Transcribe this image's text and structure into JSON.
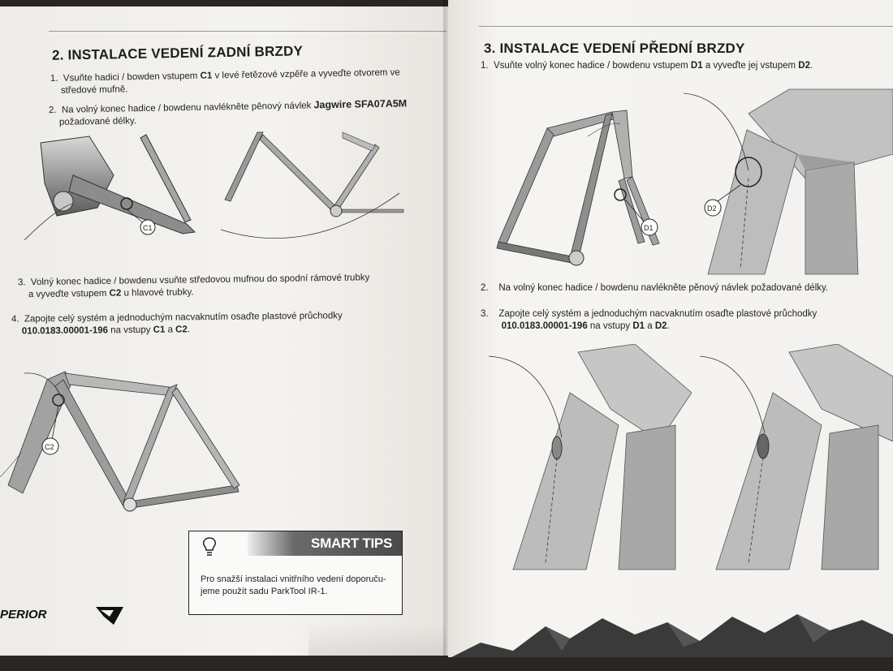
{
  "left_page": {
    "heading": "2. INSTALACE VEDENÍ ZADNÍ BRZDY",
    "steps": [
      {
        "num": "1.",
        "pre": "Vsuňte hadici / bowden vstupem ",
        "b1": "C1",
        "post": " v levé řetězové vzpěře a vyveďte otvorem ve",
        "line2": "středové mufně."
      },
      {
        "num": "2.",
        "pre": "Na volný konec hadice / bowdenu navlékněte pěnový návlek ",
        "b1": "Jagwire SFA07A5M",
        "line2": "požadované délky."
      },
      {
        "num": "3.",
        "pre": "Volný konec hadice / bowdenu vsuňte středovou mufnou do spodní rámové trubky",
        "line2a": "a vyveďte vstupem ",
        "b2": "C2",
        "line2b": " u hlavové trubky."
      },
      {
        "num": "4.",
        "pre": "Zapojte celý systém a jednoduchým nacvaknutím osaďte plastové průchodky",
        "b_part": "010.0183.00001-196",
        "mid": " na vstupy ",
        "b_c1": "C1",
        "and": " a ",
        "b_c2": "C2",
        "end": "."
      }
    ],
    "callouts": {
      "c1": "C1",
      "c2": "C2"
    },
    "smart_tips": {
      "title": "SMART TIPS",
      "text_line1": "Pro snažší instalaci vnitřního vedení doporuču-",
      "text_line2": "jeme použít sadu ParkTool IR-1."
    },
    "logo_text": "PERIOR"
  },
  "right_page": {
    "heading": "3. INSTALACE VEDENÍ PŘEDNÍ BRZDY",
    "steps": [
      {
        "num": "1.",
        "pre": "Vsuňte volný konec hadice / bowdenu vstupem ",
        "b1": "D1",
        "mid": " a vyveďte jej vstupem ",
        "b2": "D2",
        "end": "."
      },
      {
        "num": "2.",
        "text": "Na volný konec hadice / bowdenu navlékněte pěnový návlek požadované délky."
      },
      {
        "num": "3.",
        "pre": "Zapojte celý systém a jednoduchým nacvaknutím osaďte plastové průchodky",
        "b_part": "010.0183.00001-196",
        "mid": " na vstupy ",
        "b_d1": "D1",
        "and": " a ",
        "b_d2": "D2",
        "end": "."
      }
    ],
    "callouts": {
      "d1": "D1",
      "d2": "D2"
    }
  },
  "colors": {
    "page": "#f3f1ee",
    "ink": "#222222",
    "frame_gray": "#8a8a8a",
    "background": "#2a2623"
  },
  "icons": [
    "lightbulb-icon",
    "brand-logo-icon",
    "mountain-silhouette-icon"
  ]
}
